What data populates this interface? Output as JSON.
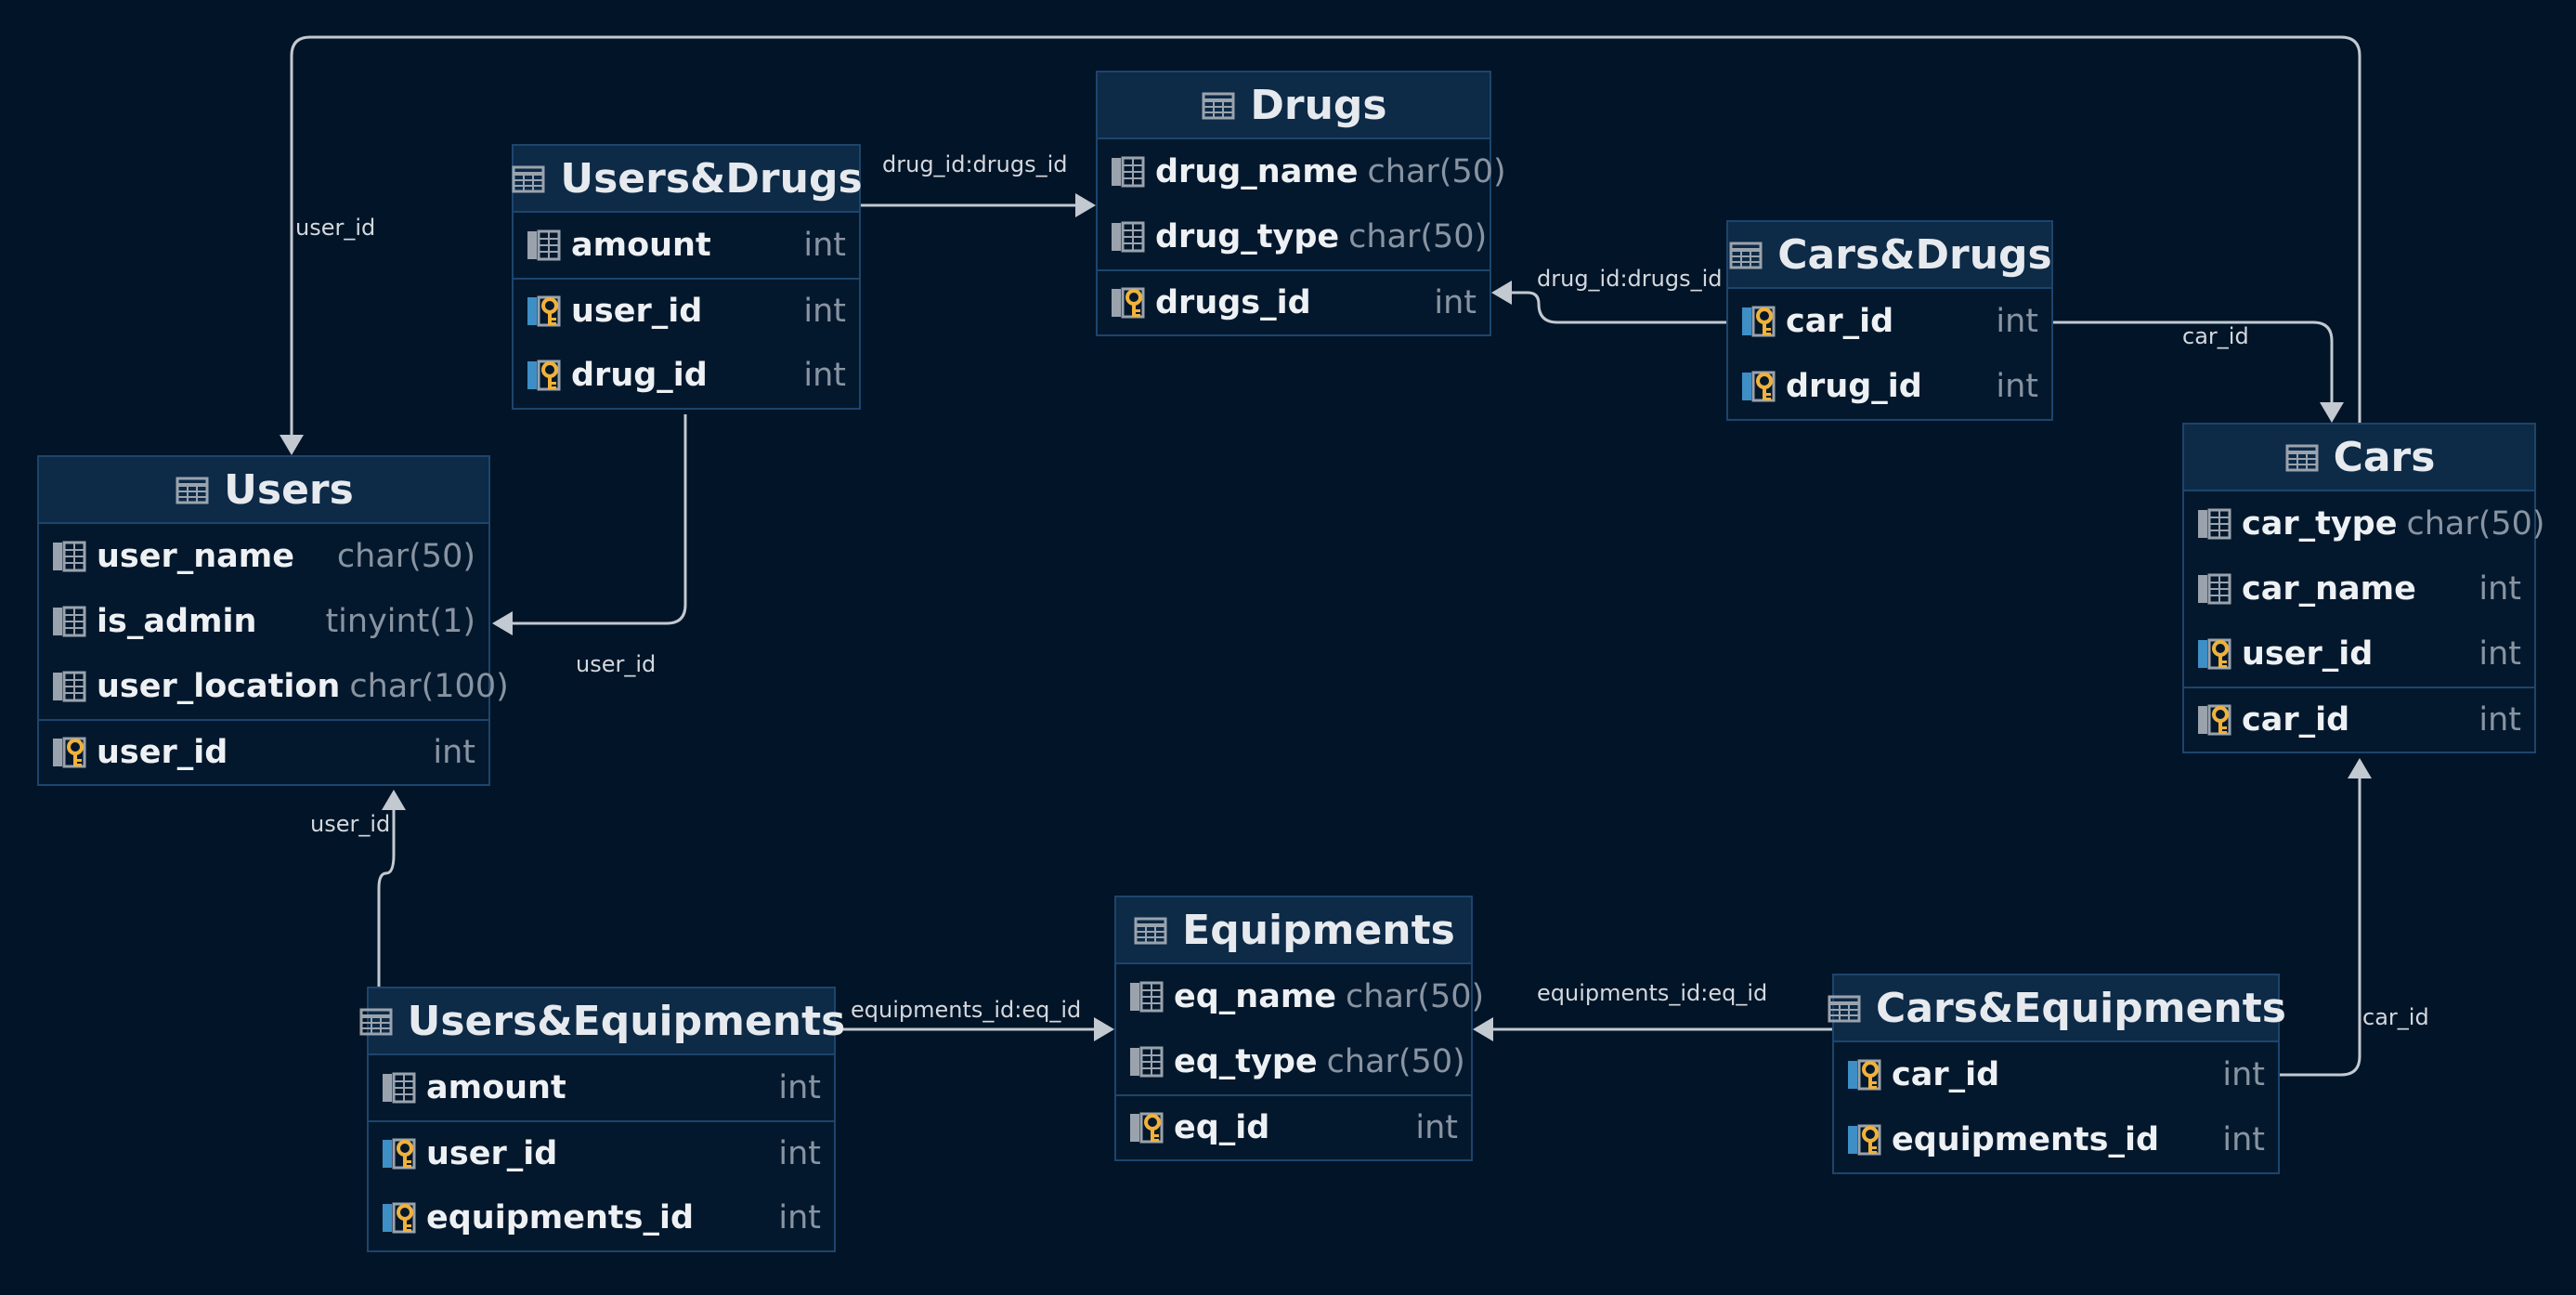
{
  "entities": [
    {
      "name": "Users",
      "icon": "table-icon",
      "fields": [
        {
          "name": "user_name",
          "type": "char(50)",
          "icon": "column-icon"
        },
        {
          "name": "is_admin",
          "type": "tinyint(1)",
          "icon": "column-icon"
        },
        {
          "name": "user_location",
          "type": "char(100)",
          "icon": "column-icon"
        },
        {
          "name": "user_id",
          "type": "int",
          "icon": "primary-key-icon",
          "pk": true
        }
      ]
    },
    {
      "name": "Users&Drugs",
      "icon": "table-icon",
      "fields": [
        {
          "name": "amount",
          "type": "int",
          "icon": "column-icon"
        },
        {
          "name": "user_id",
          "type": "int",
          "icon": "foreign-key-icon",
          "pk": true
        },
        {
          "name": "drug_id",
          "type": "int",
          "icon": "foreign-key-icon"
        }
      ]
    },
    {
      "name": "Drugs",
      "icon": "table-icon",
      "fields": [
        {
          "name": "drug_name",
          "type": "char(50)",
          "icon": "column-icon"
        },
        {
          "name": "drug_type",
          "type": "char(50)",
          "icon": "column-icon"
        },
        {
          "name": "drugs_id",
          "type": "int",
          "icon": "primary-key-icon",
          "pk": true
        }
      ]
    },
    {
      "name": "Cars&Drugs",
      "icon": "table-icon",
      "fields": [
        {
          "name": "car_id",
          "type": "int",
          "icon": "foreign-key-icon"
        },
        {
          "name": "drug_id",
          "type": "int",
          "icon": "foreign-key-icon"
        }
      ]
    },
    {
      "name": "Cars",
      "icon": "table-icon",
      "fields": [
        {
          "name": "car_type",
          "type": "char(50)",
          "icon": "column-icon"
        },
        {
          "name": "car_name",
          "type": "int",
          "icon": "column-icon"
        },
        {
          "name": "user_id",
          "type": "int",
          "icon": "foreign-key-icon"
        },
        {
          "name": "car_id",
          "type": "int",
          "icon": "primary-key-icon",
          "pk": true
        }
      ]
    },
    {
      "name": "Equipments",
      "icon": "table-icon",
      "fields": [
        {
          "name": "eq_name",
          "type": "char(50)",
          "icon": "column-icon"
        },
        {
          "name": "eq_type",
          "type": "char(50)",
          "icon": "column-icon"
        },
        {
          "name": "eq_id",
          "type": "int",
          "icon": "primary-key-icon",
          "pk": true
        }
      ]
    },
    {
      "name": "Users&Equipments",
      "icon": "table-icon",
      "fields": [
        {
          "name": "amount",
          "type": "int",
          "icon": "column-icon"
        },
        {
          "name": "user_id",
          "type": "int",
          "icon": "foreign-key-icon",
          "pk": true
        },
        {
          "name": "equipments_id",
          "type": "int",
          "icon": "foreign-key-icon"
        }
      ]
    },
    {
      "name": "Cars&Equipments",
      "icon": "table-icon",
      "fields": [
        {
          "name": "car_id",
          "type": "int",
          "icon": "foreign-key-icon"
        },
        {
          "name": "equipments_id",
          "type": "int",
          "icon": "foreign-key-icon"
        }
      ]
    }
  ],
  "relationships": [
    {
      "label": "drug_id:drugs_id",
      "from": "Users&Drugs",
      "to": "Drugs"
    },
    {
      "label": "user_id",
      "from": "Users&Drugs",
      "to": "Users"
    },
    {
      "label": "drug_id:drugs_id",
      "from": "Cars&Drugs",
      "to": "Drugs"
    },
    {
      "label": "car_id",
      "from": "Cars&Drugs",
      "to": "Cars"
    },
    {
      "label": "user_id",
      "from": "Cars",
      "to": "Users"
    },
    {
      "label": "user_id",
      "from": "Users&Equipments",
      "to": "Users"
    },
    {
      "label": "equipments_id:eq_id",
      "from": "Users&Equipments",
      "to": "Equipments"
    },
    {
      "label": "equipments_id:eq_id",
      "from": "Cars&Equipments",
      "to": "Equipments"
    },
    {
      "label": "car_id",
      "from": "Cars&Equipments",
      "to": "Cars"
    }
  ],
  "colors": {
    "background": "#021427",
    "header": "#0d2a47",
    "border": "#1d456c",
    "edge": "#c2c9d1",
    "key_gold": "#f0b23a",
    "fk_blue": "#3d8fc6",
    "icon_gray": "#9aa3ad"
  }
}
